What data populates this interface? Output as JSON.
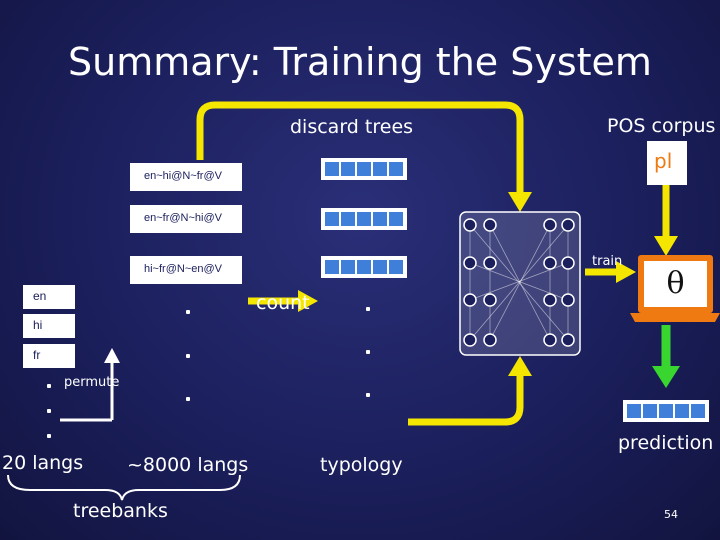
{
  "title": "Summary: Training the System",
  "labels": {
    "discard_trees": "discard trees",
    "pos_corpus": "POS corpus",
    "pl": "pl",
    "train": "train",
    "count": "count",
    "permute": "permute",
    "twenty_langs": "20 langs",
    "eight_thousand_langs": "~8000 langs",
    "typology": "typology",
    "prediction": "prediction",
    "treebanks": "treebanks",
    "theta": "θ",
    "page_number": "54"
  },
  "trees": [
    "en~hi@N~fr@V",
    "en~fr@N~hi@V",
    "hi~fr@N~en@V"
  ],
  "langs": [
    "en",
    "hi",
    "fr"
  ],
  "colors": {
    "arrow_yellow": "#f5e600",
    "arrow_green": "#39d62f",
    "vector_blue": "#3f7fd9",
    "laptop_orange": "#f07a12"
  }
}
